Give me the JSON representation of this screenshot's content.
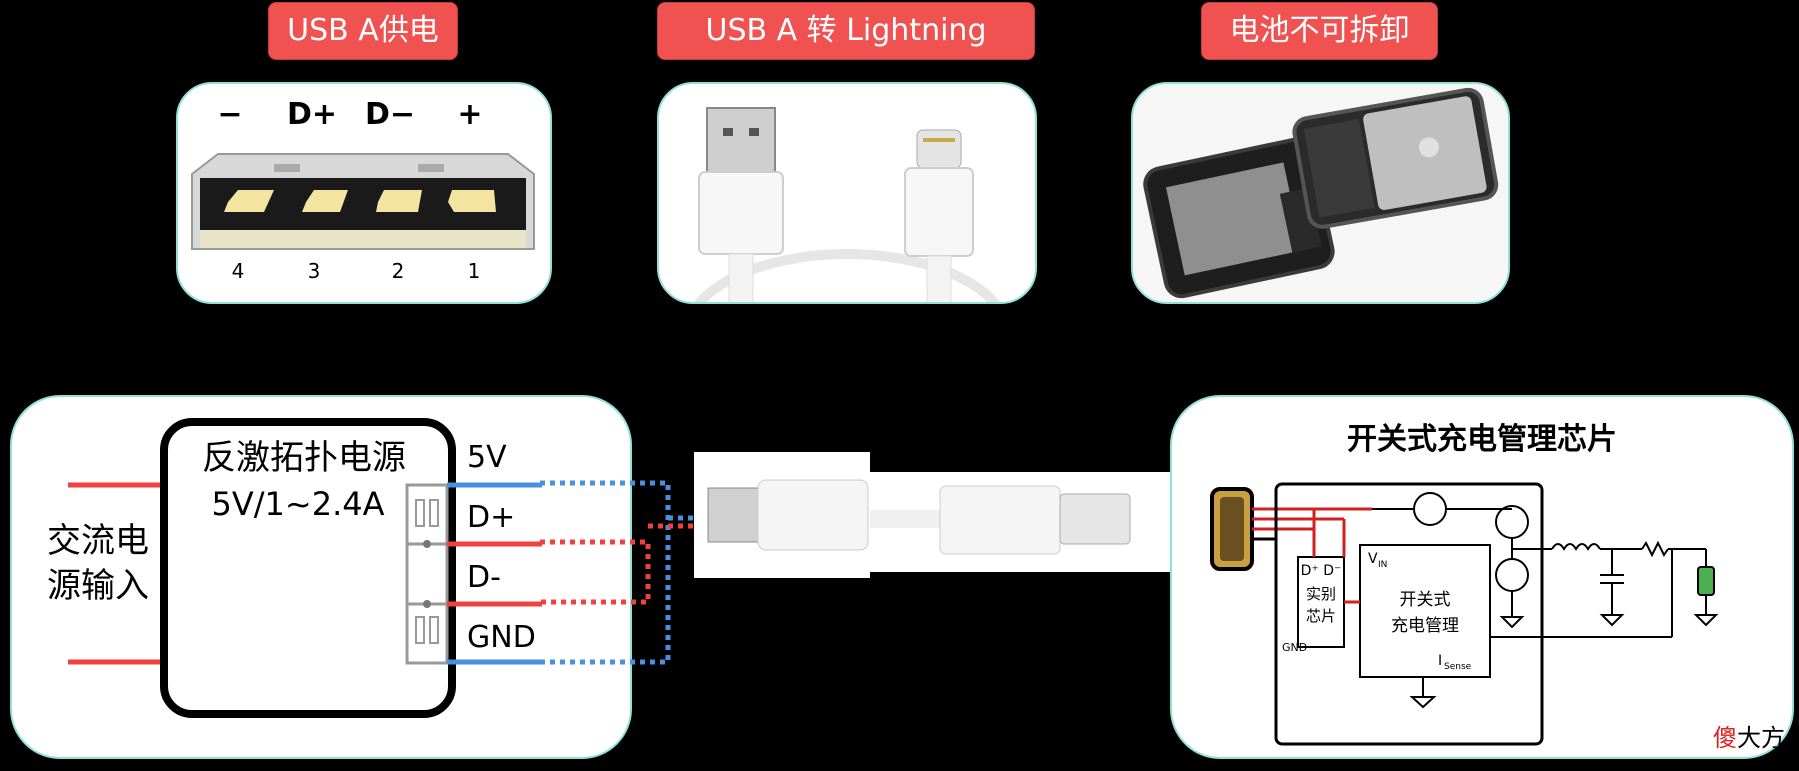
{
  "tags": {
    "usb_power": "USB A供电",
    "usb_lightning": "USB A 转 Lightning",
    "battery": "电池不可拆卸"
  },
  "usb_connector": {
    "pin_labels": [
      "−",
      "D+",
      "D−",
      "+"
    ],
    "pin_numbers": [
      "4",
      "3",
      "2",
      "1"
    ]
  },
  "left_panel": {
    "ac_input": [
      "交流电",
      "源输入"
    ],
    "power_title": "反激拓扑电源",
    "power_spec": "5V/1~2.4A",
    "pins": [
      "5V",
      "D+",
      "D-",
      "GND"
    ]
  },
  "right_panel": {
    "title": "开关式充电管理芯片",
    "dd_label": "D⁺ D⁻",
    "id_chip": [
      "实别",
      "芯片"
    ],
    "gnd": "GND",
    "vin": "V",
    "vin_sub": "IN",
    "charger": [
      "开关式",
      "充电管理"
    ],
    "isense": "I",
    "isense_sub": "Sense"
  },
  "watermark": {
    "a": "傻",
    "b": "大方"
  },
  "colors": {
    "tag_red": "#f05252",
    "card_border": "#8fe0d8",
    "wire_red": "#f04040",
    "wire_blue": "#4a90e2"
  }
}
